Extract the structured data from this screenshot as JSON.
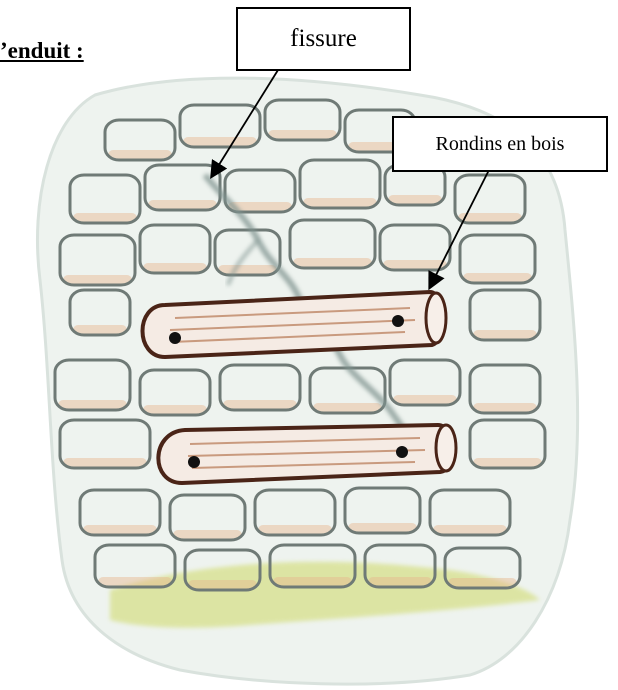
{
  "heading": "’enduit :",
  "labels": {
    "fissure": "fissure",
    "logs": "Rondins en bois"
  },
  "colors": {
    "plaster": "#eef3ef",
    "stone_outline": "#6f7a76",
    "mortar_tint": "#e7b58f",
    "crack": "#7f938f",
    "log_outline": "#4a2417",
    "log_grain": "#c99a7e",
    "grass": "#d7e08a"
  }
}
